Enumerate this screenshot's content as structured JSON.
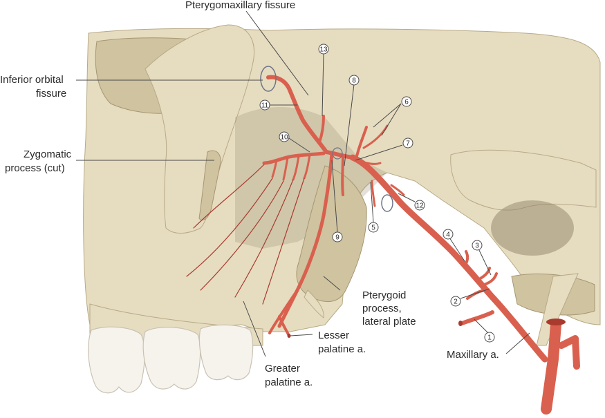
{
  "labels": {
    "pterygomaxillary_fissure": "Pterygomaxillary fissure",
    "inferior_orbital_fissure_line1": "Inferior orbital",
    "inferior_orbital_fissure_line2": "fissure",
    "zygomatic_process_line1": "Zygomatic",
    "zygomatic_process_line2": "process (cut)",
    "pterygoid_process_line1": "Pterygoid",
    "pterygoid_process_line2": "process,",
    "pterygoid_process_line3": "lateral plate",
    "lesser_palatine_line1": "Lesser",
    "lesser_palatine_line2": "palatine a.",
    "greater_palatine_line1": "Greater",
    "greater_palatine_line2": "palatine a.",
    "maxillary_artery": "Maxillary a."
  },
  "numbers": {
    "n1": "1",
    "n2": "2",
    "n3": "3",
    "n4": "4",
    "n5": "5",
    "n6": "6",
    "n7": "7",
    "n8": "8",
    "n9": "9",
    "n10": "10",
    "n11": "11",
    "n12": "12",
    "n13": "13"
  },
  "colors": {
    "artery": "#d9604e",
    "bone": "#e6dcc0",
    "teeth": "#f6f3ec",
    "text": "#2b2b2b"
  }
}
